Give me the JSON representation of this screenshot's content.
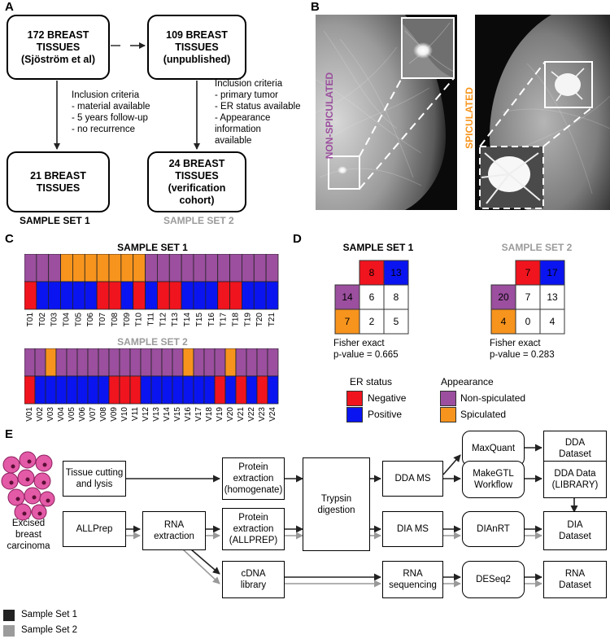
{
  "panels": {
    "a": "A",
    "b": "B",
    "c": "C",
    "d": "D",
    "e": "E"
  },
  "panel_a": {
    "box_172": "172 BREAST\nTISSUES\n(Sjöström et al)",
    "box_109": "109 BREAST\nTISSUES\n(unpublished)",
    "box_21": "21 BREAST\nTISSUES",
    "box_24": "24 BREAST\nTISSUES\n(verification\ncohort)",
    "criteria_1": "Inclusion criteria\n- material available\n- 5 years follow-up\n- no recurrence",
    "criteria_2": "Inclusion criteria\n- primary tumor\n- ER status available\n- Appearance\n  information\n  available",
    "set1_label": "SAMPLE SET 1",
    "set2_label": "SAMPLE SET 2"
  },
  "panel_b": {
    "non_spiculated_label": "NON-SPICULATED",
    "spiculated_label": "SPICULATED"
  },
  "colors": {
    "negative": "#f0141e",
    "positive": "#0a14f0",
    "non_spiculated": "#9b4f9e",
    "spiculated": "#f7941d",
    "set2_gray": "#9b9b9b"
  },
  "panel_c": {
    "set1_title": "SAMPLE SET 1",
    "set2_title": "SAMPLE SET 2",
    "set1_ids": [
      "T01",
      "T02",
      "T03",
      "T04",
      "T05",
      "T06",
      "T07",
      "T08",
      "T09",
      "T10",
      "T11",
      "T12",
      "T13",
      "T14",
      "T15",
      "T16",
      "T17",
      "T18",
      "T19",
      "T20",
      "T21"
    ],
    "set1_appearance": [
      "N",
      "N",
      "N",
      "S",
      "S",
      "S",
      "S",
      "S",
      "S",
      "S",
      "N",
      "N",
      "N",
      "N",
      "N",
      "N",
      "N",
      "N",
      "N",
      "N",
      "N"
    ],
    "set1_er": [
      "neg",
      "pos",
      "pos",
      "pos",
      "pos",
      "pos",
      "neg",
      "neg",
      "pos",
      "neg",
      "pos",
      "neg",
      "neg",
      "pos",
      "pos",
      "pos",
      "neg",
      "neg",
      "pos",
      "pos",
      "pos"
    ],
    "set2_ids": [
      "V01",
      "V02",
      "V03",
      "V04",
      "V05",
      "V06",
      "V07",
      "V08",
      "V09",
      "V10",
      "V11",
      "V12",
      "V13",
      "V14",
      "V15",
      "V16",
      "V17",
      "V18",
      "V19",
      "V20",
      "V21",
      "V22",
      "V23",
      "V24"
    ],
    "set2_appearance": [
      "N",
      "N",
      "S",
      "N",
      "N",
      "N",
      "N",
      "N",
      "N",
      "N",
      "N",
      "N",
      "N",
      "N",
      "N",
      "S",
      "N",
      "N",
      "N",
      "S",
      "N",
      "N",
      "N",
      "N"
    ],
    "set2_er": [
      "neg",
      "pos",
      "pos",
      "pos",
      "pos",
      "pos",
      "pos",
      "pos",
      "neg",
      "neg",
      "neg",
      "pos",
      "pos",
      "pos",
      "pos",
      "pos",
      "pos",
      "pos",
      "neg",
      "pos",
      "neg",
      "pos",
      "neg",
      "pos"
    ]
  },
  "panel_d": {
    "set1": {
      "title": "SAMPLE SET 1",
      "neg_total": "8",
      "pos_total": "13",
      "nonspic_total": "14",
      "spic_total": "7",
      "cells": [
        "6",
        "8",
        "2",
        "5"
      ],
      "test": "Fisher exact",
      "p": "p-value = 0.665"
    },
    "set2": {
      "title": "SAMPLE SET 2",
      "neg_total": "7",
      "pos_total": "17",
      "nonspic_total": "20",
      "spic_total": "4",
      "cells": [
        "7",
        "13",
        "0",
        "4"
      ],
      "test": "Fisher exact",
      "p": "p-value = 0.283"
    },
    "legend": {
      "er_title": "ER status",
      "negative": "Negative",
      "positive": "Positive",
      "app_title": "Appearance",
      "non_spiculated": "Non-spiculated",
      "spiculated": "Spiculated"
    }
  },
  "panel_e": {
    "tissue_label": "Excised\nbreast\ncarcinoma",
    "tissue_cutting": "Tissue cutting\nand lysis",
    "allprep": "ALLPrep",
    "rna_extraction": "RNA\nextraction",
    "protein_hom": "Protein\nextraction\n(homogenate)",
    "protein_allprep": "Protein\nextraction\n(ALLPREP)",
    "trypsin": "Trypsin\ndigestion",
    "cdna": "cDNA\nlibrary",
    "dda_ms": "DDA MS",
    "dia_ms": "DIA MS",
    "rna_seq": "RNA\nsequencing",
    "maxquant": "MaxQuant",
    "makegtl": "MakeGTL\nWorkflow",
    "dianrt": "DIAnRT",
    "deseq2": "DESeq2",
    "dda_dataset": "DDA\nDataset",
    "dda_library": "DDA Data\n(LIBRARY)",
    "dia_dataset": "DIA\nDataset",
    "rna_dataset": "RNA\nDataset",
    "legend_set1": "Sample Set 1",
    "legend_set2": "Sample Set 2"
  }
}
